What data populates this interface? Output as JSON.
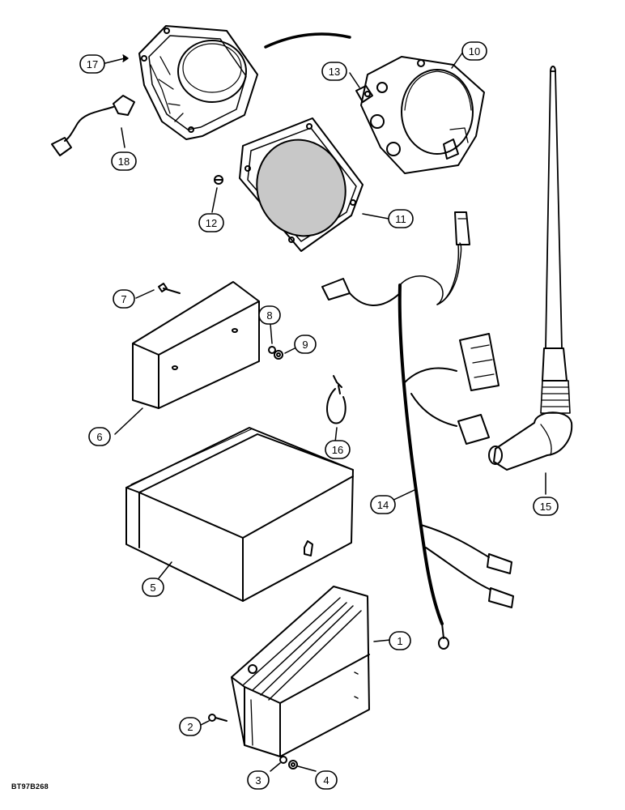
{
  "drawing_id": "BT97B268",
  "callouts": [
    "1",
    "2",
    "3",
    "4",
    "5",
    "6",
    "7",
    "8",
    "9",
    "10",
    "11",
    "12",
    "13",
    "14",
    "15",
    "16",
    "17",
    "18"
  ]
}
